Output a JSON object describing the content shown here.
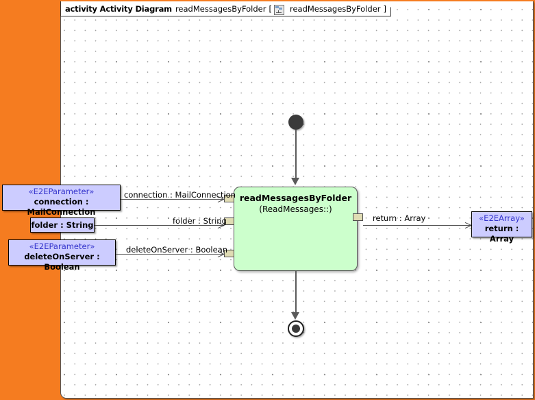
{
  "frame": {
    "keyword": "activity Activity Diagram",
    "diagram_name": "readMessagesByFolder",
    "bracket_open": "[",
    "icon": "activity-diagram-icon",
    "qualified_name": "readMessagesByFolder",
    "bracket_close": "]",
    "background_color": "#FFFFFF",
    "border_color": "#555555",
    "canvas_color": "#F57C20"
  },
  "action": {
    "title": "readMessagesByFolder",
    "subtitle": "(ReadMessages::)",
    "fill_color": "#CCFFCC",
    "border_color": "#555555"
  },
  "nodes": {
    "initial": "initial-node",
    "final": "activity-final-node"
  },
  "parameters": [
    {
      "stereotype": "«E2EParameter»",
      "name": "connection : MailConnection",
      "fill_color": "#CCCCFF",
      "stereotype_color": "#3333CC"
    },
    {
      "stereotype": "",
      "name": "folder : String",
      "fill_color": "#CCCCFF",
      "stereotype_color": "#3333CC"
    },
    {
      "stereotype": "«E2EParameter»",
      "name": "deleteOnServer : Boolean",
      "fill_color": "#CCCCFF",
      "stereotype_color": "#3333CC"
    }
  ],
  "result": {
    "stereotype": "«E2EArray»",
    "name": "return : Array",
    "fill_color": "#CCCCFF",
    "stereotype_color": "#3333CC"
  },
  "edges": [
    {
      "label": "connection : MailConnection"
    },
    {
      "label": "folder : String"
    },
    {
      "label": "deleteOnServer : Boolean"
    },
    {
      "label": "return : Array"
    }
  ]
}
